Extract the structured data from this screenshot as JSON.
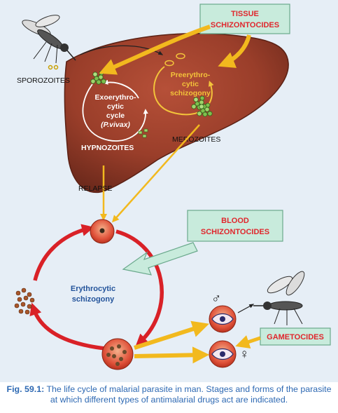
{
  "colors": {
    "background": "#e6eef6",
    "liver": "#9a3e2a",
    "arrow_yellow": "#f2b91e",
    "cycle_red": "#d92127",
    "drug_box_fill": "#c8ebdc",
    "drug_label": "#e0262c",
    "white_label": "#ffffff",
    "preerythro_label": "#f3c33a",
    "title_blue": "#24549b",
    "caption_text": "#2e69b3"
  },
  "labels": {
    "sporozoites": "SPOROZOITES",
    "exo_line1": "Exoerythro-",
    "exo_line2": "cytic",
    "exo_line3": "cycle",
    "exo_line4": "(P.vivax)",
    "pre_line1": "Preerythro-",
    "pre_line2": "cytic",
    "pre_line3": "schizogony",
    "hypnozoites": "HYPNOZOITES",
    "merozoites": "MEROZOITES",
    "relapse": "RELAPSE",
    "erythro_line1": "Erythrocytic",
    "erythro_line2": "schizogony",
    "male_symbol": "♂",
    "female_symbol": "♀"
  },
  "drug_boxes": {
    "tissue_line1": "TISSUE",
    "tissue_line2": "SCHIZONTOCIDES",
    "blood_line1": "BLOOD",
    "blood_line2": "SCHIZONTOCIDES",
    "gametocides": "GAMETOCIDES"
  },
  "caption": {
    "figure_label": "Fig. 59.1:",
    "text": " The life cycle of malarial parasite in man. Stages  and forms of the parasite at which different types of antimalarial drugs act are indicated."
  },
  "icons": [
    "mosquito-icon",
    "red-blood-cell-icon",
    "merozoite-cluster-icon",
    "gametocyte-icon"
  ]
}
